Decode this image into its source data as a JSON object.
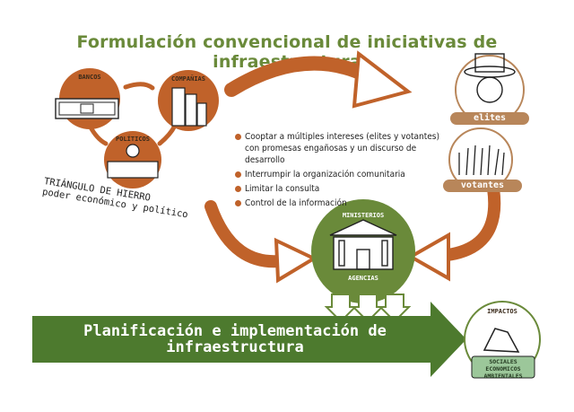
{
  "title": "Formulación convencional de iniciativas de infraestructura",
  "triangle": {
    "circles": {
      "bancos": "BANCOS",
      "companias": "COMPAÑIAS",
      "politicos": "POLÍTICOS"
    },
    "label_line1": "TRIÁNGULO DE HIERRO",
    "label_line2": "poder económico y político"
  },
  "strategies": [
    "Cooptar a múltiples intereses (elites y votantes) con promesas engañosas y un discurso de desarrollo",
    "Interrumpir la organización comunitaria",
    "Limitar la consulta",
    "Control de la información"
  ],
  "actors": {
    "elites": "elites",
    "votantes": "votantes"
  },
  "ministerios": {
    "top": "MINISTERIOS",
    "bottom": "AGENCIAS"
  },
  "banner": {
    "line1": "Planificación e implementación de",
    "line2": "infraestructura"
  },
  "impactos": {
    "title": "IMPACTOS",
    "lines": [
      "SOCIALES",
      "ECONOMICOS",
      "AMBIENTALES"
    ]
  },
  "colors": {
    "orange": "#c0622a",
    "green": "#6a8a3a",
    "dark_green": "#4d7a2e",
    "tan": "#b8865a",
    "light_green": "#9cc79a"
  }
}
